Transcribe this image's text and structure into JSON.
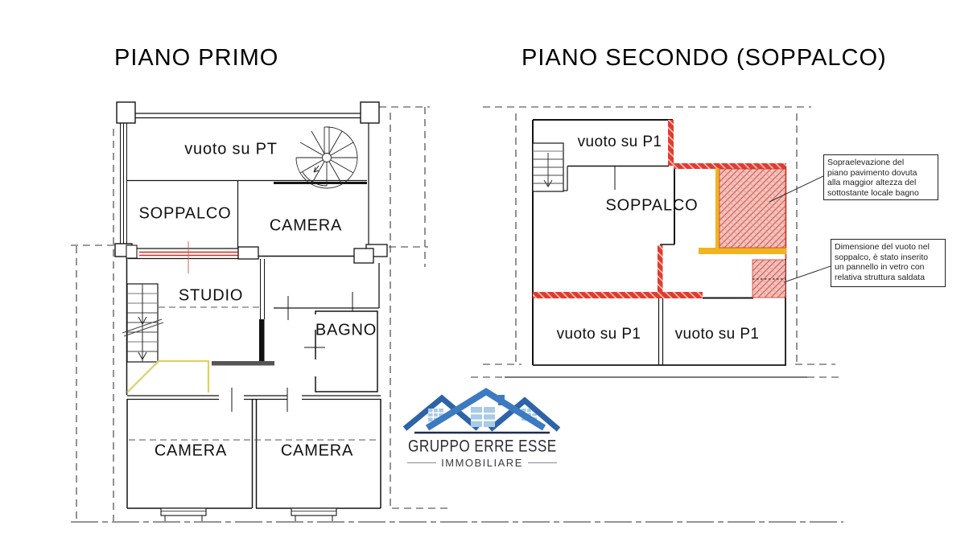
{
  "page": {
    "background": "#ffffff"
  },
  "left_plan": {
    "title": "PIANO PRIMO",
    "rooms": {
      "vuoto_pt": "vuoto su PT",
      "soppalco": "SOPPALCO",
      "camera_top": "CAMERA",
      "studio": "STUDIO",
      "bagno": "BAGNO",
      "camera_bottom_left": "CAMERA",
      "camera_bottom_right": "CAMERA"
    }
  },
  "right_plan": {
    "title": "PIANO SECONDO (SOPPALCO)",
    "rooms": {
      "vuoto_p1_top": "vuoto su P1",
      "soppalco": "SOPPALCO",
      "vuoto_p1_bottom_left": "vuoto su P1",
      "vuoto_p1_bottom_right": "vuoto su P1"
    },
    "annotations": [
      {
        "text": "Sopraelevazione del\npiano pavimento dovuta\nalla maggior altezza del\nsottostante locale bagno"
      },
      {
        "text": "Dimensione del vuoto nel\nsoppalco, è stato inserito\nun pannello in vetro con\nrelativa struttura saldata"
      }
    ]
  },
  "logo": {
    "company": "GRUPPO ERRE ESSE",
    "tagline": "IMMOBILIARE"
  },
  "colors": {
    "wall_red": "#e23b2e",
    "raised_floor_fill": "#f3c3bd",
    "marker_yellow": "#f2b321",
    "marker_pale_yellow": "#ddd06a",
    "logo_blue_dark": "#2e63a8",
    "logo_blue_light": "#3c7ac2"
  }
}
